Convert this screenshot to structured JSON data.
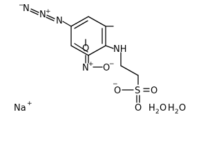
{
  "structure": {
    "azide": {
      "n1": "N",
      "n2": "N",
      "n3": "N",
      "minus": "−",
      "plus": "+"
    },
    "nitro": {
      "n": "N",
      "o_top": "O",
      "o_right": "O",
      "plus": "+",
      "minus": "−"
    },
    "amine": {
      "label": "NH"
    },
    "sulfonate": {
      "s": "S",
      "o_left": "O",
      "o_top": "O",
      "o_bottom": "O",
      "minus": "−"
    }
  },
  "counterion": {
    "label": "Na",
    "charge": "+"
  },
  "water": {
    "h": "H",
    "sub": "2",
    "o": "O"
  }
}
